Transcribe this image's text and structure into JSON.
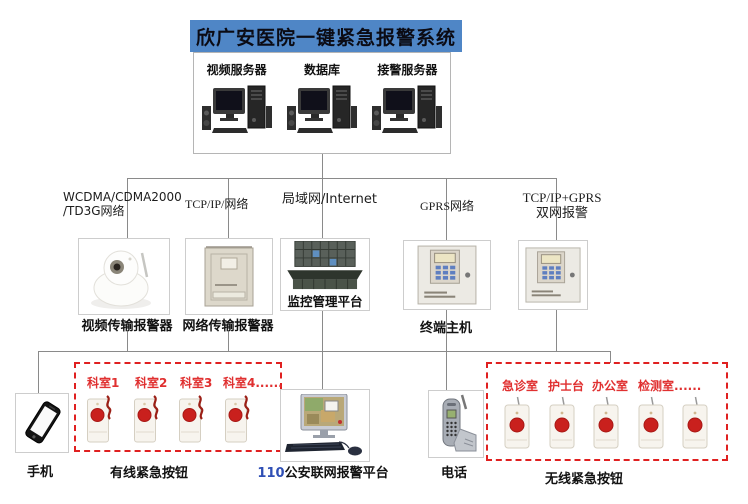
{
  "title": "欣广安医院一键紧急报警系统",
  "servers": {
    "video": "视频服务器",
    "database": "数据库",
    "alarm": "接警服务器"
  },
  "networks": {
    "wcdma_line1": "WCDMA/CDMA2000",
    "wcdma_line2": "/TD3G网络",
    "tcpip": "TCP/IP/网络",
    "lan": "局域网/Internet",
    "gprs": "GPRS网络",
    "dual_line1": "TCP/IP+GPRS",
    "dual_line2": "双网报警"
  },
  "devices": {
    "video_transmitter": "视频传输报警器",
    "network_transmitter": "网络传输报警器",
    "monitor_platform": "监控管理平台",
    "terminal_host": "终端主机"
  },
  "bottom": {
    "mobile": "手机",
    "wired": {
      "rooms": [
        "科室1",
        "科室2",
        "科室3",
        "科室4......"
      ],
      "caption": "有线紧急按钮"
    },
    "police_prefix": "110",
    "police_label": "公安联网报警平台",
    "telephone": "电话",
    "wireless": {
      "rooms": [
        "急诊室",
        "护士台",
        "办公室",
        "检测室......"
      ],
      "caption": "无线紧急按钮"
    }
  },
  "colors": {
    "banner_bg": "#4f86c6",
    "dashed_red": "#e02020",
    "line_gray": "#8a8a8a"
  }
}
